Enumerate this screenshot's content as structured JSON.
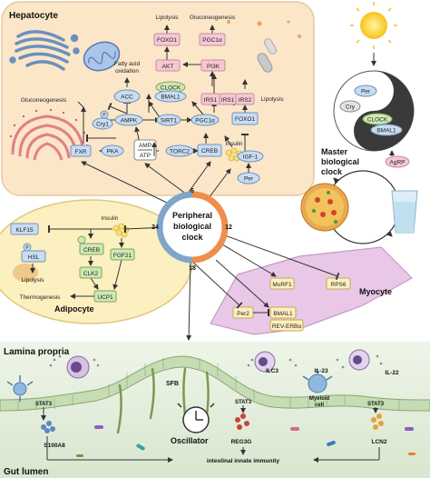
{
  "regions": {
    "hepatocyte": "Hepatocyte",
    "adipocyte": "Adipocyte",
    "myocyte": "Myocyte",
    "lamina_propria": "Lamina propria",
    "gut_lumen": "Gut lumen",
    "master_clock": [
      "Master",
      "biological",
      "clock"
    ],
    "peripheral_clock": [
      "Peripheral",
      "biological",
      "clock"
    ]
  },
  "clock_ticks": {
    "top": "6",
    "right": "12",
    "bottom": "18",
    "left": "24"
  },
  "hepatocyte_nodes": {
    "lipolysis_top": "Lipolysis",
    "gluconeogenesis_top": "Gluconeogenesis",
    "foxo1_top": "FOXO1",
    "pgc1a_top": "PGC1α",
    "akt": "AKT",
    "pi3k": "PI3K",
    "fatty_acid_oxidation": [
      "Fatty acid",
      "oxidation"
    ],
    "clock": "CLOCK",
    "acc": "ACC",
    "bmal1": "BMAL1",
    "irs1a": "IRS1",
    "irs1b": "IRS1",
    "irs2": "IRS2",
    "lipolysis_right": "Lipolysis",
    "gluconeogenesis_left": "Gluconeogenesis",
    "p": "P",
    "cry1": "Cry1",
    "ampk": "AMPK",
    "sirt1": "SIRT1",
    "pgc1a_mid": "PGC1α",
    "foxo1_right": "FOXO1",
    "fxr": "FXR",
    "pka": "PKA",
    "amp": "AMP",
    "atp": "ATP",
    "torc2": "TORC2",
    "creb": "CREB",
    "insulin": "Insulin",
    "igf1": "IGF-1",
    "per": "Per"
  },
  "master_clock_nodes": {
    "per": "Per",
    "cry": "Cry",
    "clock": "CLOCK",
    "bmal1": "BMAL1",
    "agrp": "AgRP"
  },
  "adipocyte_nodes": {
    "insulin": "Insulin",
    "klf15": "KLF15",
    "p": "P",
    "hsl": "HSL",
    "creb": "CREB",
    "lipolysis": "Lipolysis",
    "clk2": "CLK2",
    "fgf21": "FGF21",
    "thermogenesis": "Thermogenesis",
    "ucp1": "UCP1"
  },
  "myocyte_nodes": {
    "murf1": "MuRF1",
    "rps6": "RPS6",
    "per2": "Per2",
    "bmal1": "BMAL1",
    "rev_erba": "REV-ERBα"
  },
  "gut_nodes": {
    "stat3_a": "STAT3",
    "stat3_b": "STAT3",
    "stat3_c": "STAT3",
    "sfb": "SFB",
    "oscillator": "Oscillator",
    "ilc3": "ILC3",
    "il23": "IL-23",
    "myeloid_cell": [
      "Myeloid",
      "cell"
    ],
    "il22": "IL-22",
    "s100a8": "S100A8",
    "reg3g": "REG3G",
    "lcn2": "LCN2",
    "intestinal": "intestinal innate immunity"
  },
  "colors": {
    "hepatocyte_bg": "#fbe6c8",
    "adipocyte_bg": "#fcefc0",
    "myocyte_bg": "#e8c8e6",
    "gut_bg": "#e3efd8",
    "pink_node": "#f7c7d4",
    "blue_node": "#c9dcf2",
    "green_node": "#cfe8b4",
    "clock_blue": "#7fa6c9",
    "clock_orange": "#ef8e4a",
    "arrow": "#333333"
  }
}
